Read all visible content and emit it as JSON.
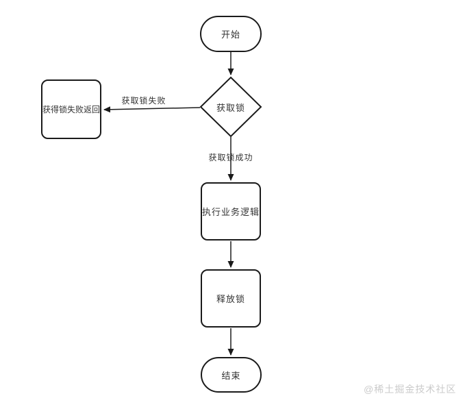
{
  "diagram": {
    "title": "distributed-lock-flowchart",
    "nodes": {
      "start": {
        "label": "开始",
        "shape": "terminator"
      },
      "acquire_lock": {
        "label": "获取锁",
        "shape": "decision"
      },
      "fail_return": {
        "label": "获得锁失败返回",
        "shape": "process"
      },
      "business_logic": {
        "label": "执行业务逻辑",
        "shape": "process"
      },
      "release_lock": {
        "label": "释放锁",
        "shape": "process"
      },
      "end": {
        "label": "结束",
        "shape": "terminator"
      }
    },
    "edge_labels": {
      "fail": "获取锁失败",
      "success": "获取锁成功"
    },
    "colors": {
      "stroke": "#1a1a1a",
      "node_fill": "#ffffff",
      "text": "#333333",
      "watermark": "#cbcbcb"
    }
  },
  "watermark": {
    "text": "@稀土掘金技术社区"
  }
}
